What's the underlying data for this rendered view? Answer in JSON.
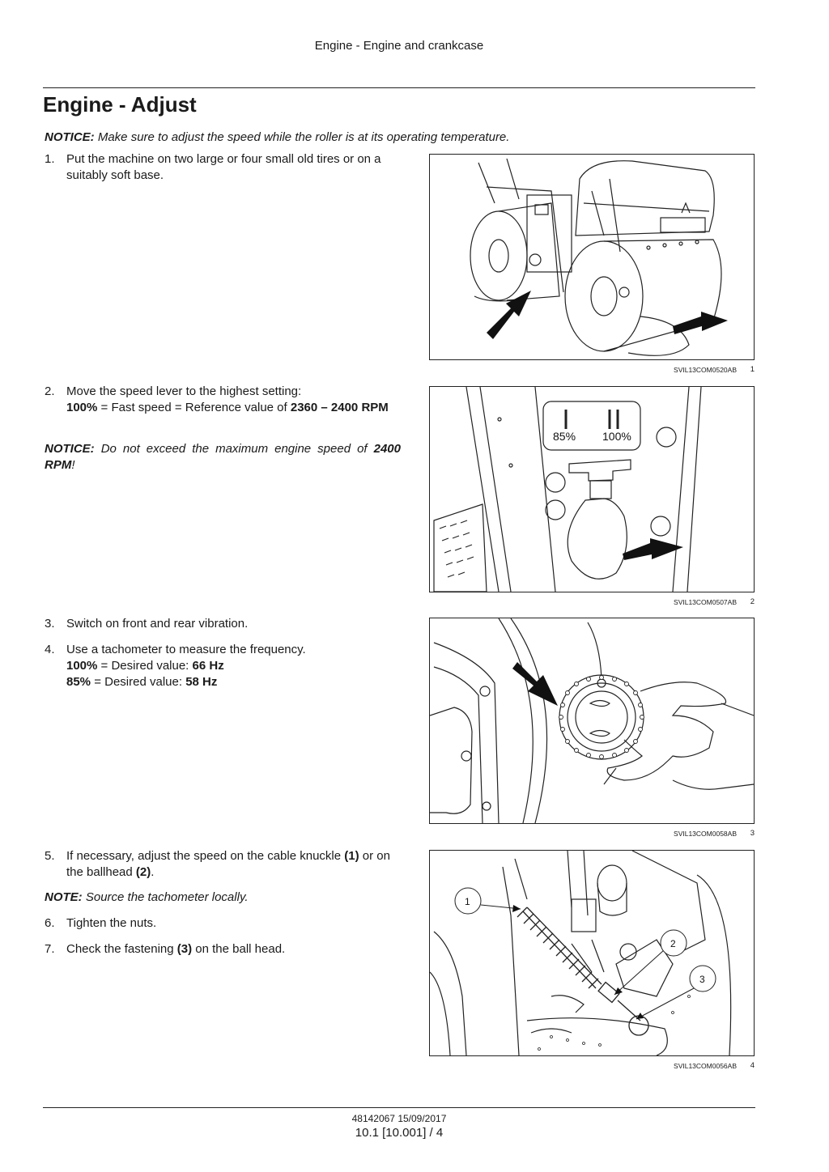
{
  "header": {
    "running_title": "Engine - Engine and crankcase"
  },
  "title": "Engine - Adjust",
  "notice1": {
    "label": "NOTICE:",
    "text": "Make sure to adjust the speed while the roller is at its operating temperature."
  },
  "steps": [
    {
      "num": "1.",
      "text": "Put the machine on two large or four small old tires or on a suitably soft base."
    },
    {
      "num": "2.",
      "text": "Move the speed lever to the highest setting:",
      "line2_bold": "100%",
      "line2_text": " = Fast speed = Reference value of ",
      "line2_value": "2360 – 2400 RPM"
    },
    {
      "num": "3.",
      "text": "Switch on front and rear vibration."
    },
    {
      "num": "4.",
      "text": "Use a tachometer to measure the frequency.",
      "l2_bold": "100%",
      "l2_text": " = Desired value:  ",
      "l2_value": "66 Hz",
      "l3_bold": "85%",
      "l3_text": " = Desired value:  ",
      "l3_value": "58 Hz"
    },
    {
      "num": "5.",
      "text_a": "If necessary, adjust the speed on the cable knuckle ",
      "ref1": "(1)",
      "text_b": " or on the ballhead ",
      "ref2": "(2)",
      "text_c": "."
    },
    {
      "num": "6.",
      "text": "Tighten the nuts."
    },
    {
      "num": "7.",
      "text_a": "Check the fastening ",
      "ref": "(3)",
      "text_b": " on the ball head."
    }
  ],
  "notice2": {
    "label": "NOTICE:",
    "text": "Do not exceed the maximum engine speed of ",
    "value": "2400 RPM",
    "suffix": "!"
  },
  "note": {
    "label": "NOTE:",
    "text": "Source the tachometer locally."
  },
  "figures": [
    {
      "code": "SVIL13COM0520AB",
      "number": "1"
    },
    {
      "code": "SVIL13COM0507AB",
      "number": "2",
      "labels": [
        "85%",
        "100%"
      ]
    },
    {
      "code": "SVIL13COM0058AB",
      "number": "3"
    },
    {
      "code": "SVIL13COM0056AB",
      "number": "4",
      "callouts": [
        "1",
        "2",
        "3"
      ]
    }
  ],
  "footer": {
    "doc_code": "48142067 15/09/2017",
    "page": "10.1 [10.001] / 4"
  }
}
